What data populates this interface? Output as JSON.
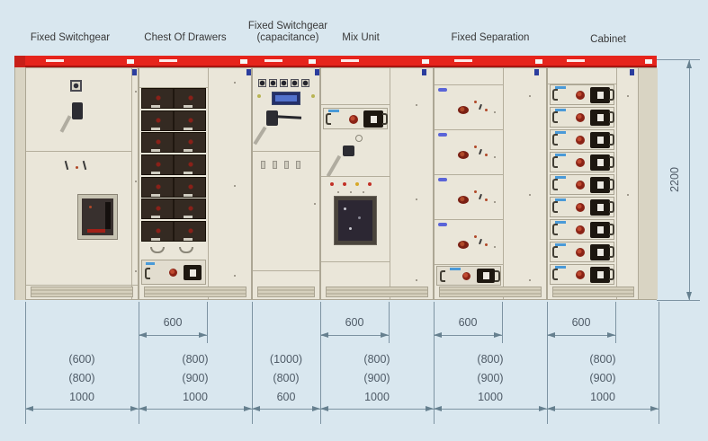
{
  "height_dimension": "2200",
  "sections": [
    {
      "label": "Fixed Switchgear",
      "top_dim": "",
      "bottom_dims": [
        "(600)",
        "(800)",
        "1000"
      ]
    },
    {
      "label": "Chest Of Drawers",
      "top_dim": "600",
      "bottom_dims": [
        "(800)",
        "(900)",
        "1000"
      ]
    },
    {
      "label": "Fixed Switchgear (capacitance)",
      "top_dim": "",
      "bottom_dims": [
        "(1000)",
        "(800)",
        "600"
      ]
    },
    {
      "label": "Mix Unit",
      "top_dim": "600",
      "bottom_dims": [
        "(800)",
        "(900)",
        "1000"
      ]
    },
    {
      "label": "Fixed Separation",
      "top_dim": "600",
      "bottom_dims": [
        "(800)",
        "(900)",
        "1000"
      ]
    },
    {
      "label": "Cabinet",
      "top_dim": "600",
      "bottom_dims": [
        "(800)",
        "(900)",
        "1000"
      ]
    }
  ],
  "colors": {
    "background": "#d9e7ef",
    "cabinet_beige": "#eae6d9",
    "band_red": "#e6241c",
    "drawer_dark": "#342a22",
    "knob_red": "#8a2316",
    "module_label_blue": "#5a64d8",
    "handle_strip_blue": "#4a9ad8",
    "dimension_gray": "#4e5a66"
  }
}
